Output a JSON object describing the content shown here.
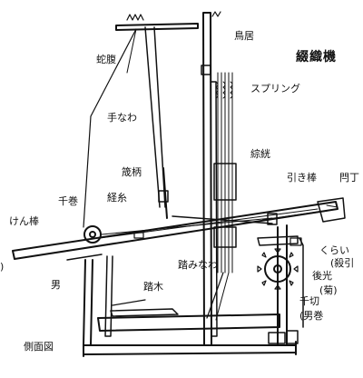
{
  "title": "綴織機",
  "labels": {
    "torii": "鳥居",
    "jabara": "蛇腹",
    "spring": "スプリング",
    "tenawa": "手なわ",
    "soukou": "綜絖",
    "sokabe": "筬柄",
    "hikibou": "引き棒",
    "agemaki": "閂丁",
    "chimaki": "千巻",
    "keiito": "経糸",
    "kenbou": "けん棒",
    "kurai": "くらい",
    "kurai_sub": "(殺引",
    "otoko": "男",
    "fumi_nawa": "踏みなわ",
    "koukou": "後光",
    "koukou_sub": "(菊)",
    "fumiki": "踏木",
    "chigiri": "千切",
    "chigiri_sub": "(男巻",
    "sokumenzu": "側面図",
    "left_edge": ")"
  }
}
